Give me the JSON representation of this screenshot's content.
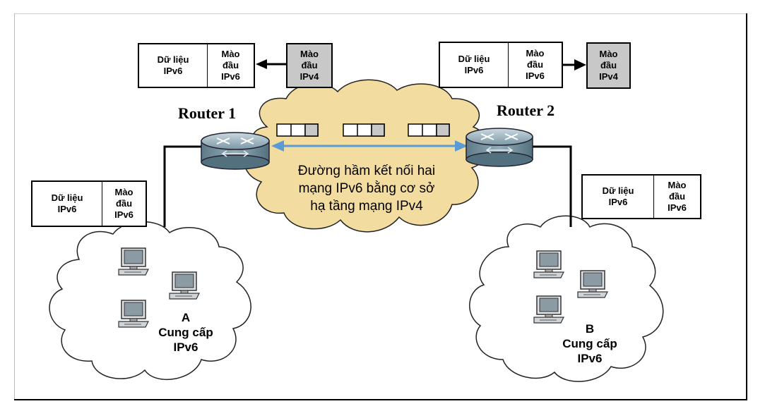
{
  "router1": {
    "label": "Router 1"
  },
  "router2": {
    "label": "Router 2"
  },
  "tunnel": {
    "description": "Đường hầm kết nối hai\nmạng IPv6 bằng cơ sở\nhạ tầng mạng IPv4"
  },
  "packet_top_left": {
    "data": "Dữ liệu\nIPv6",
    "header6": "Mào\nđầu\nIPv6"
  },
  "packet_top_left_v4": {
    "header4": "Mào\nđầu\nIPv4"
  },
  "packet_top_right": {
    "data": "Dữ liệu\nIPv6",
    "header6": "Mào\nđầu\nIPv6"
  },
  "packet_top_right_v4": {
    "header4": "Mào\nđầu\nIPv4"
  },
  "packet_left": {
    "data": "Dữ liệu\nIPv6",
    "header6": "Mào\nđầu\nIPv6"
  },
  "packet_right": {
    "data": "Dữ liệu\nIPv6",
    "header6": "Mào\nđầu\nIPv6"
  },
  "host_a": {
    "letter": "A",
    "label": "Cung cấp\nIPv6"
  },
  "host_b": {
    "letter": "B",
    "label": "Cung cấp\nIPv6"
  },
  "colors": {
    "cloud_tunnel": "#f3dca0",
    "cloud_host": "#ffffff",
    "arrow": "#5b9bd5",
    "ipv4_header": "#c8c8c8"
  }
}
